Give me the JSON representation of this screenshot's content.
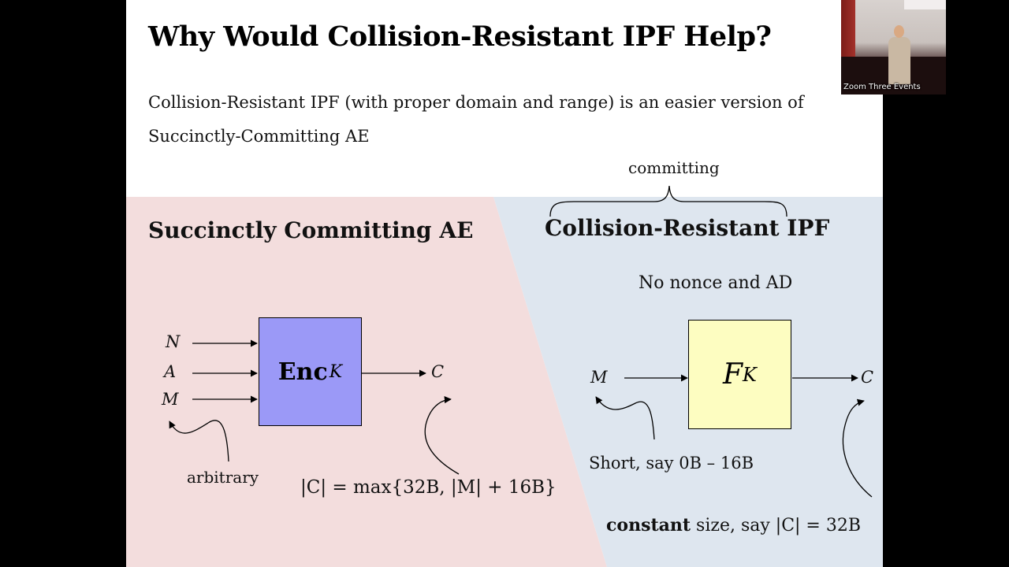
{
  "slide": {
    "title": "Why Would Collision-Resistant IPF Help?",
    "body_line1": "Collision-Resistant IPF (with proper domain and range) is an easier version of",
    "body_line2": "Succinctly-Committing AE",
    "brace_label": "committing"
  },
  "left_panel": {
    "heading": "Succinctly Committing AE",
    "inputs": [
      "N",
      "A",
      "M"
    ],
    "box_label": "Enc",
    "box_subscript": "K",
    "output": "C",
    "annotation": "arbitrary",
    "formula": "|C| = max{32B, |M| + 16B}"
  },
  "right_panel": {
    "heading": "Collision-Resistant IPF",
    "note": "No nonce and  AD",
    "input": "M",
    "box_label": "F",
    "box_subscript": "K",
    "output": "C",
    "input_annotation": "Short, say 0B – 16B",
    "output_bold": "constant",
    "output_rest": " size, say |C| = 32B"
  },
  "colors": {
    "left_bg": "#f3dddd",
    "right_bg": "#dee6ef",
    "enc_box": "#9b99f7",
    "fk_box": "#fdfdc1"
  },
  "webcam": {
    "caption": "Zoom Three Events"
  }
}
